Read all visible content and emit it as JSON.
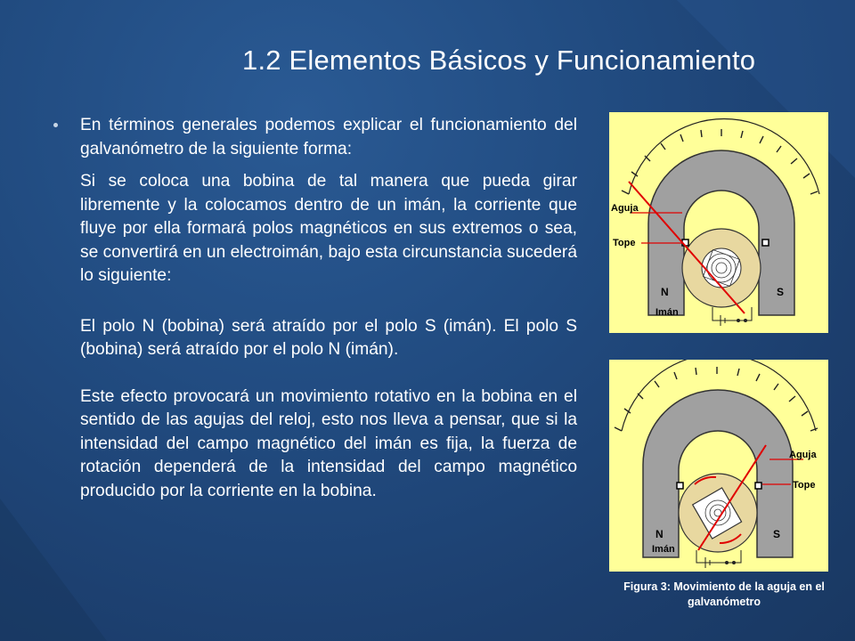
{
  "slide": {
    "title": "1.2 Elementos Básicos y Funcionamiento",
    "paragraphs": [
      "En términos generales podemos explicar el funcionamiento del galvanómetro de la siguiente forma:",
      "Si se coloca una bobina de tal manera que pueda girar libremente y la colocamos dentro de un imán, la corriente que fluye por ella formará polos magnéticos en sus extremos o sea, se convertirá en un electroimán, bajo esta circunstancia sucederá lo siguiente:",
      "El polo N (bobina) será atraído por el polo S (imán). El polo S (bobina) será atraído por el polo N (imán).",
      "Este efecto provocará un movimiento rotativo en la bobina en el sentido de las agujas del reloj, esto nos lleva a pensar, que si la intensidad del campo magnético del imán es fija, la fuerza de rotación dependerá de la intensidad del campo magnético producido por la corriente en la bobina."
    ]
  },
  "figure1": {
    "labels": {
      "aguja": "Aguja",
      "tope": "Tope",
      "north": "N",
      "south": "S",
      "iman": "Imán"
    }
  },
  "figure2": {
    "labels": {
      "aguja": "Aguja",
      "tope": "Tope",
      "north": "N",
      "south": "S",
      "iman": "Imán"
    }
  },
  "caption": "Figura 3: Movimiento de la aguja en el galvanómetro",
  "colors": {
    "background": "#1d3f70",
    "panel_yellow": "#ffff99",
    "magnet_gray": "#a0a0a0",
    "needle_red": "#e00000",
    "coil_tan": "#e8d8a0"
  }
}
